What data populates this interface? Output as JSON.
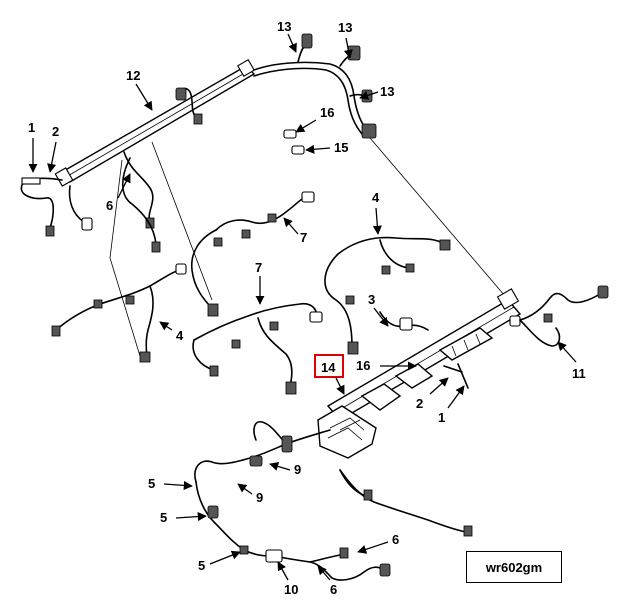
{
  "figure": {
    "id_label": "wr602gm",
    "highlight_color": "#e00000",
    "callouts": [
      {
        "key": "1a",
        "text": "1"
      },
      {
        "key": "2a",
        "text": "2"
      },
      {
        "key": "12",
        "text": "12"
      },
      {
        "key": "13a",
        "text": "13"
      },
      {
        "key": "13b",
        "text": "13"
      },
      {
        "key": "13c",
        "text": "13"
      },
      {
        "key": "16a",
        "text": "16"
      },
      {
        "key": "15",
        "text": "15"
      },
      {
        "key": "6a",
        "text": "6"
      },
      {
        "key": "4a",
        "text": "4"
      },
      {
        "key": "7a",
        "text": "7"
      },
      {
        "key": "7b",
        "text": "7"
      },
      {
        "key": "4b",
        "text": "4"
      },
      {
        "key": "3",
        "text": "3"
      },
      {
        "key": "14",
        "text": "14"
      },
      {
        "key": "16b",
        "text": "16"
      },
      {
        "key": "2b",
        "text": "2"
      },
      {
        "key": "1b",
        "text": "1"
      },
      {
        "key": "11",
        "text": "11"
      },
      {
        "key": "9a",
        "text": "9"
      },
      {
        "key": "9b",
        "text": "9"
      },
      {
        "key": "5a",
        "text": "5"
      },
      {
        "key": "5b",
        "text": "5"
      },
      {
        "key": "5c",
        "text": "5"
      },
      {
        "key": "6b",
        "text": "6"
      },
      {
        "key": "6c",
        "text": "6"
      },
      {
        "key": "10",
        "text": "10"
      }
    ]
  }
}
